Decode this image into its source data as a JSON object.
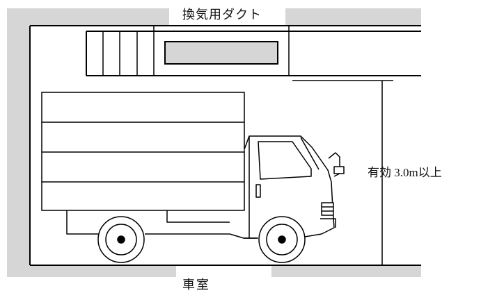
{
  "labels": {
    "duct": "換気用ダクト",
    "room": "車室",
    "clearance": "有効 3.0m以上"
  },
  "colors": {
    "wall_fill": "#d6d6d6",
    "line": "#000000",
    "background": "#ffffff"
  },
  "icons": {
    "vehicle": "truck-icon",
    "dimension": "dimension-arrow"
  }
}
